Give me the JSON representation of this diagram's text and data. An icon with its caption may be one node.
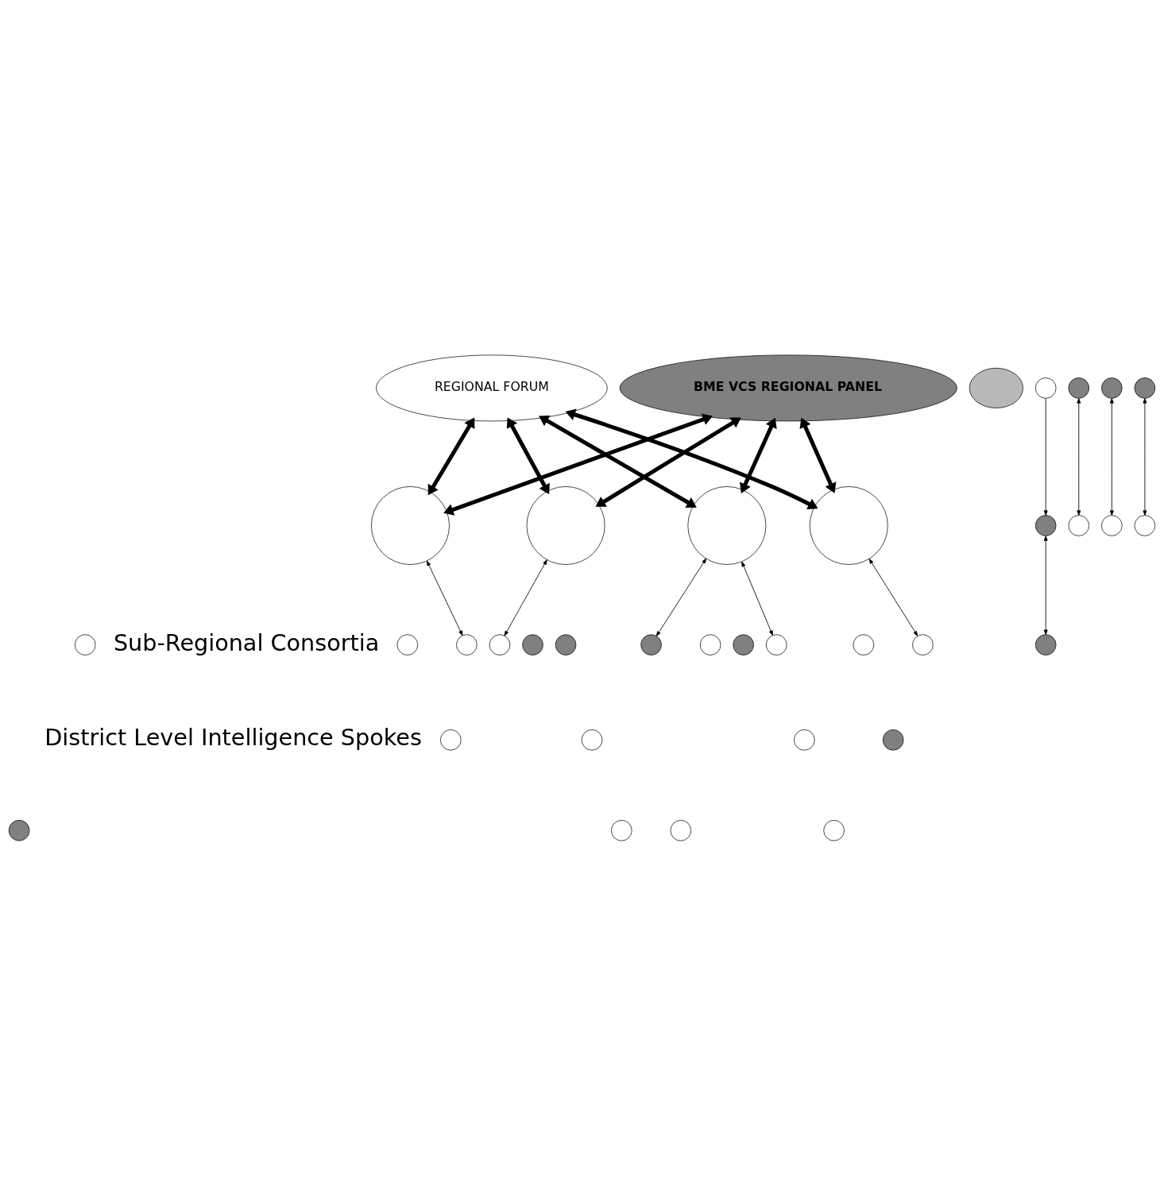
{
  "diagram": {
    "nodes": [
      {
        "text": [
          "REGIONAL FORUM"
        ]
      },
      {
        "text": [
          "BME VCS REGIONAL PANEL"
        ]
      },
      {
        "text": [],
        "shape": "ellipse"
      },
      {
        "text": [],
        "shape": "circle"
      },
      {
        "text": [],
        "shape": "circle"
      },
      {
        "text": [],
        "shape": "circle"
      },
      {
        "text": [],
        "shape": "circle"
      },
      {
        "text": [],
        "shape": "circle"
      },
      {
        "text": [],
        "shape": "circle"
      },
      {
        "text": [],
        "shape": "circle"
      },
      {
        "text": [],
        "shape": "circle"
      },
      {
        "text": [],
        "shape": "circle"
      },
      {
        "text": [],
        "shape": "circle"
      },
      {
        "text": [],
        "shape": "circle"
      },
      {
        "text": [],
        "shape": "circle"
      },
      {
        "text": [],
        "shape": "circle"
      },
      {
        "text": [],
        "shape": "circle"
      },
      {
        "text": [],
        "shape": "circle"
      },
      {
        "text": [],
        "shape": "circle"
      },
      {
        "text": [],
        "shape": "circle"
      },
      {
        "text": [],
        "shape": "circle"
      },
      {
        "text": [],
        "shape": "circle"
      },
      {
        "text": [],
        "shape": "circle"
      },
      {
        "text": [],
        "shape": "circle"
      },
      {
        "text": [],
        "shape": "circle"
      },
      {
        "text": [],
        "shape": "circle"
      },
      {
        "text": [],
        "shape": "circle"
      },
      {
        "text": [],
        "shape": "circle"
      },
      {
        "text": [],
        "shape": "circle"
      },
      {
        "text": [],
        "shape": "circle"
      },
      {
        "text": [],
        "shape": "circle"
      },
      {
        "text": [],
        "shape": "circle"
      },
      {
        "text": [],
        "shape": "circle"
      },
      {
        "text": [],
        "shape": "circle"
      },
      {
        "text": [],
        "shape": "circle"
      },
      {
        "text": [],
        "shape": "circle"
      }
    ],
    "edges": [
      {
        "from": 0,
        "to": 3,
        "arrow": "both",
        "style": "thick"
      },
      {
        "from": 0,
        "to": 4,
        "arrow": "both",
        "style": "thick"
      },
      {
        "from": 0,
        "to": 5,
        "arrow": "both",
        "style": "thick"
      },
      {
        "from": 0,
        "to": 6,
        "arrow": "both",
        "style": "thick"
      },
      {
        "from": 1,
        "to": 3,
        "arrow": "both",
        "style": "thick"
      },
      {
        "from": 1,
        "to": 4,
        "arrow": "both",
        "style": "thick"
      },
      {
        "from": 1,
        "to": 5,
        "arrow": "both",
        "style": "thick"
      },
      {
        "from": 1,
        "to": 6,
        "arrow": "both",
        "style": "thick"
      },
      {
        "from": 3,
        "to": 18,
        "arrow": "both"
      },
      {
        "from": 7,
        "to": 31,
        "arrow": "both"
      },
      {
        "from": 25,
        "to": 7,
        "arrow": "to"
      },
      {
        "from": 4,
        "to": 24,
        "arrow": "both"
      },
      {
        "from": 8,
        "to": 28,
        "arrow": "both"
      },
      {
        "from": 5,
        "to": 15,
        "arrow": "both"
      },
      {
        "from": 9,
        "to": 27,
        "arrow": "both"
      },
      {
        "from": 5,
        "to": 29,
        "arrow": "both"
      },
      {
        "from": 6,
        "to": 23,
        "arrow": "both"
      },
      {
        "from": 10,
        "to": 26,
        "arrow": "both"
      }
    ],
    "labels": [
      "Sub-Regional Consortia",
      "District Level Intelligence Spokes"
    ]
  }
}
